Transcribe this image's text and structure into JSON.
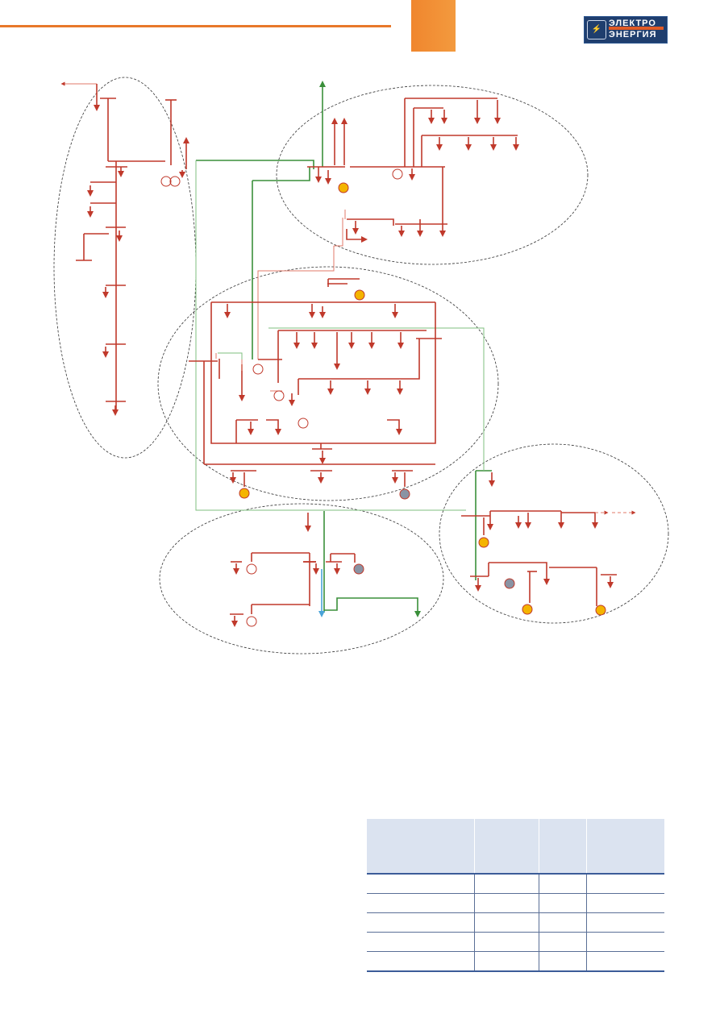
{
  "header": {
    "logo": {
      "name": "logo-elektroenergiya",
      "line1": "ЭЛЕКТРО",
      "line2": "ЭНЕРГИЯ"
    }
  },
  "diagram": {
    "colors": {
      "line": "#c0392b",
      "line_light": "#e07a6a",
      "tie": "#3a8f3a",
      "tie_light": "#7fbf7f",
      "outflow": "#4aa3d8",
      "generator_yellow": "#f4b400",
      "generator_gray": "#8a93a3",
      "zone_border": "#333333"
    },
    "zones": [
      "zone-west",
      "zone-north-east",
      "zone-central",
      "zone-south",
      "zone-south-east"
    ]
  },
  "table": {
    "columns": [
      "",
      "",
      "",
      ""
    ],
    "rows": [
      [
        "",
        "",
        "",
        ""
      ],
      [
        "",
        "",
        "",
        ""
      ],
      [
        "",
        "",
        "",
        ""
      ],
      [
        "",
        "",
        "",
        ""
      ],
      [
        "",
        "",
        "",
        ""
      ]
    ]
  }
}
